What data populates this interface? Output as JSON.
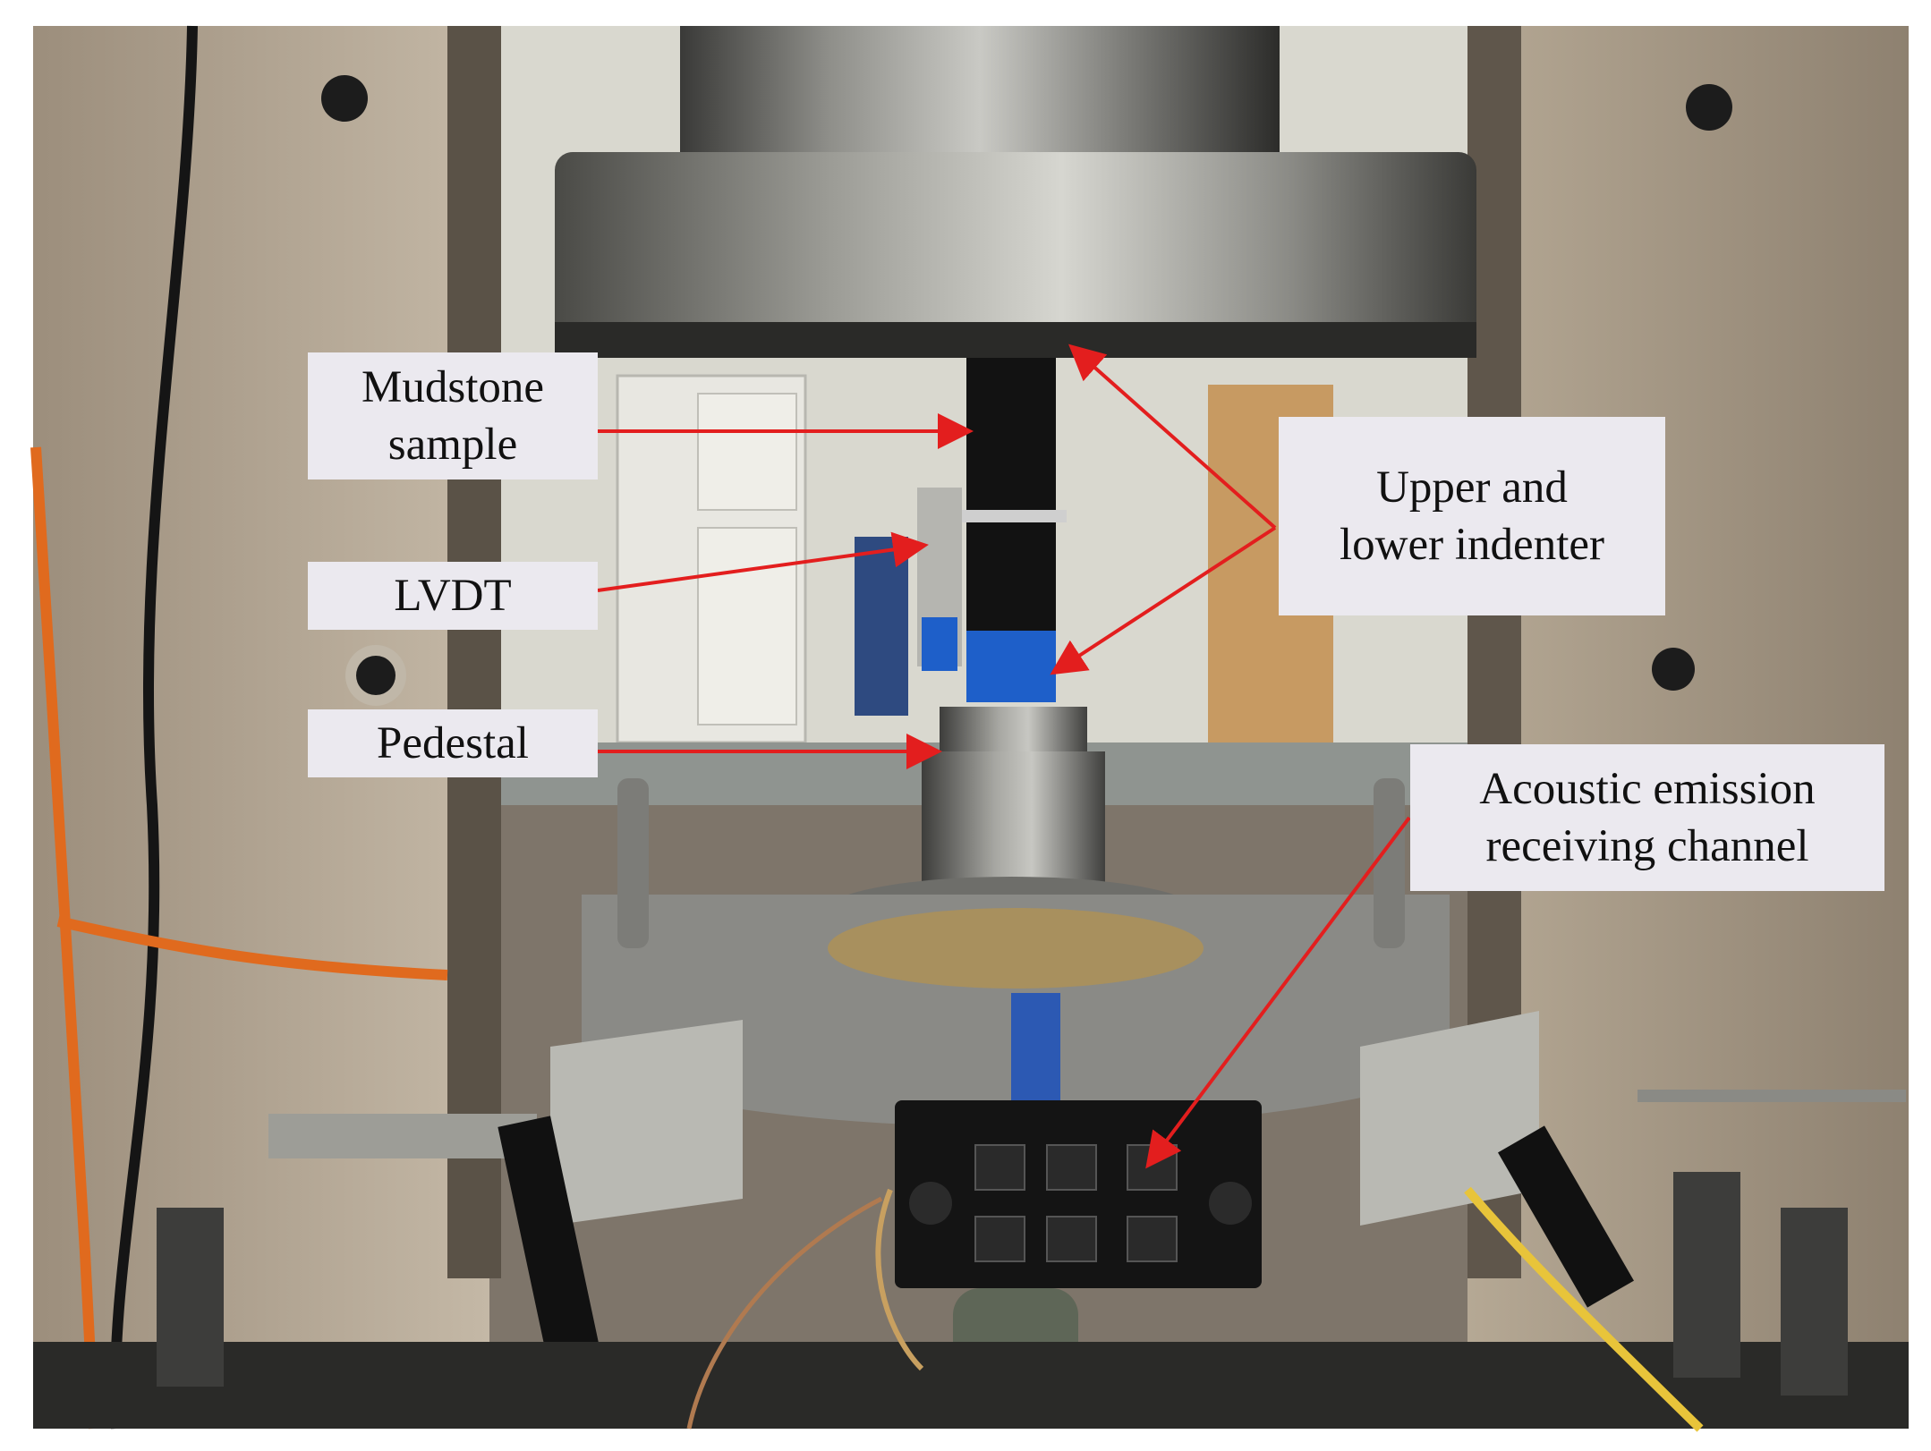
{
  "figure": {
    "photo_description_icon": "universal-testing-machine-photo",
    "annotation_color": "#e31e1e",
    "label_background": "#ebe9ef"
  },
  "labels": {
    "mudstone": {
      "line1": "Mudstone",
      "line2": "sample"
    },
    "lvdt": {
      "line1": "LVDT"
    },
    "pedestal": {
      "line1": "Pedestal"
    },
    "indenter": {
      "line1": "Upper and",
      "line2": "lower indenter"
    },
    "acoustic": {
      "line1": "Acoustic emission",
      "line2": "receiving channel"
    }
  }
}
